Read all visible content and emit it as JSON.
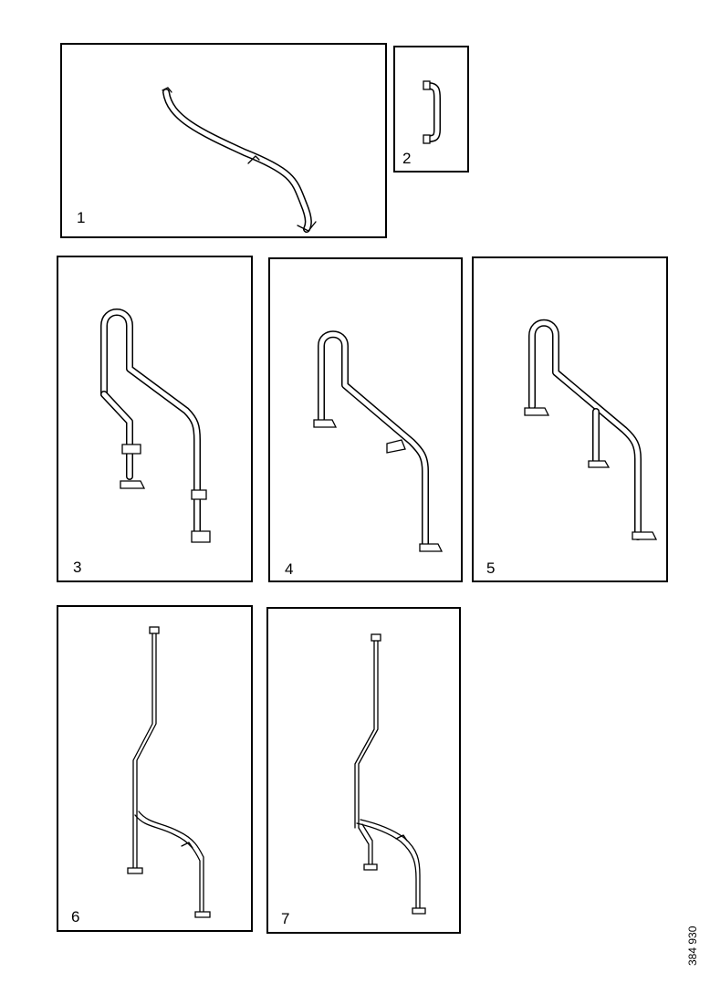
{
  "panels": [
    {
      "id": "p1",
      "label": "1"
    },
    {
      "id": "p2",
      "label": "2"
    },
    {
      "id": "p3",
      "label": "3"
    },
    {
      "id": "p4",
      "label": "4"
    },
    {
      "id": "p5",
      "label": "5"
    },
    {
      "id": "p6",
      "label": "6"
    },
    {
      "id": "p7",
      "label": "7"
    }
  ],
  "document_id": "384 930"
}
